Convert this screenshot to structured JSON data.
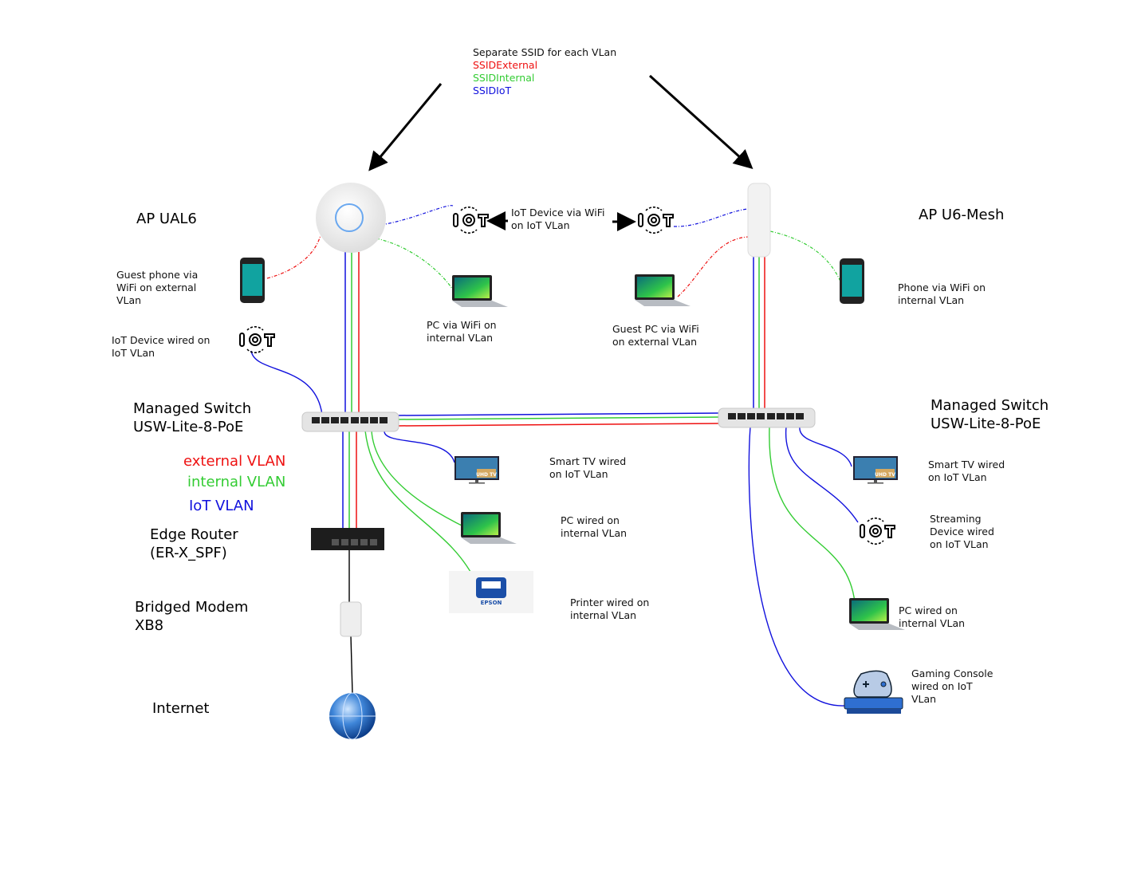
{
  "colors": {
    "external": "#ee1111",
    "internal": "#33cc33",
    "iot": "#1111dd"
  },
  "ssid_note": {
    "title": "Separate SSID for each VLan",
    "ssids": [
      "SSIDExternal",
      "SSIDInternal",
      "SSIDIoT"
    ]
  },
  "labels": {
    "ap_left": "AP UAL6",
    "ap_right": "AP U6-Mesh",
    "switch_left": "Managed Switch\nUSW-Lite-8-PoE",
    "switch_right": "Managed Switch\nUSW-Lite-8-PoE",
    "router": "Edge Router\n(ER-X_SPF)",
    "modem": "Bridged Modem\nXB8",
    "internet": "Internet"
  },
  "legend": [
    "external VLAN",
    "internal VLAN",
    "IoT VLAN"
  ],
  "devices": {
    "iot_wifi": "IoT Device via WiFi\non IoT VLan",
    "guest_phone": "Guest phone via\nWiFi on external\nVLan",
    "iot_wired": "IoT Device wired on\nIoT VLan",
    "pc_wifi": "PC via WiFi on\ninternal VLan",
    "guest_pc": "Guest PC via WiFi\non external VLan",
    "phone_internal": "Phone via WiFi on\ninternal VLan",
    "tv_left": "Smart TV wired\non IoT VLan",
    "pc_wired_left": "PC wired on\ninternal VLan",
    "printer": "Printer wired on\ninternal VLan",
    "tv_right": "Smart TV wired\non IoT VLan",
    "streaming": "Streaming\nDevice wired\non IoT VLan",
    "pc_wired_right": "PC wired on\ninternal VLan",
    "gaming": "Gaming Console\nwired on IoT\nVLan"
  },
  "logos": {
    "printer_brand": "EPSON",
    "tv_badge": "UHD TV"
  }
}
